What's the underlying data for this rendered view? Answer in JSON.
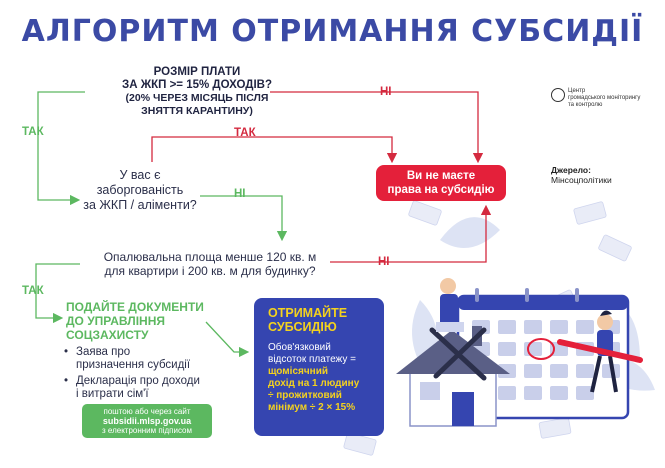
{
  "title": "АЛГОРИТМ ОТРИМАННЯ СУБСИДІЇ",
  "logo": {
    "line1": "Центр",
    "line2": "громадського моніторингу",
    "line3": "та контролю"
  },
  "source": {
    "label": "Джерело:",
    "value": "Мінсоцполітики"
  },
  "q1": {
    "line1": "РОЗМІР ПЛАТИ",
    "line2": "ЗА ЖКП >= 15% ДОХОДІВ?",
    "line3": "(20% ЧЕРЕЗ МІСЯЦЬ ПІСЛЯ",
    "line4": "ЗНЯТТЯ КАРАНТИНУ)"
  },
  "q2": {
    "line1": "У вас є",
    "line2": "заборгованість",
    "line3": "за ЖКП / аліменти?"
  },
  "q3": {
    "line1": "Опалювальна площа менше 120 кв. м",
    "line2": "для квартири і 200 кв. м для будинку?"
  },
  "labels": {
    "yes1": "ТАК",
    "no1": "НІ",
    "yes2": "ТАК",
    "no2": "НІ",
    "yes3": "ТАК",
    "no3": "НІ"
  },
  "result_no": {
    "line1": "Ви не маєте",
    "line2": "права на субсидію"
  },
  "docs": {
    "title1": "ПОДАЙТЕ ДОКУМЕНТИ",
    "title2": "ДО УПРАВЛІННЯ",
    "title3": "СОЦЗАХИСТУ",
    "item1a": "Заява про",
    "item1b": "призначення субсидії",
    "item2a": "Декларація про доходи",
    "item2b": "і витрати сім'ї"
  },
  "submit": {
    "line1": "поштою або через сайт",
    "site": "subsidii.mlsp.gov.ua",
    "line3": "з електронним підписом"
  },
  "receive": {
    "title1": "ОТРИМАЙТЕ",
    "title2": "СУБСИДІЮ",
    "t1": "Обов'язковий",
    "t2": "відсоток платежу =",
    "b1": "щомісячний",
    "b2": "дохід на 1 людину",
    "b3": "÷ прожитковий",
    "b4": "мінімум ÷ 2 × 15%"
  },
  "colors": {
    "accent": "#3b4aa5",
    "yes": "#5cb860",
    "no": "#e4203a",
    "box": "#3545b0",
    "highlight": "#f4d21e"
  }
}
